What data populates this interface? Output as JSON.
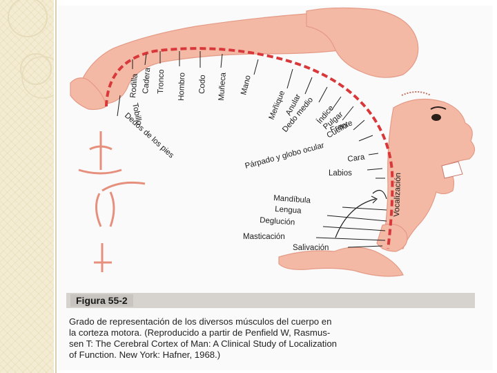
{
  "figure": {
    "number": "Figura 55-2",
    "caption": "Grado de representación de los diversos músculos del cuerpo en\nla corteza motora. (Reproducido a partir de Penfield W, Rasmus-\nsen T: The Cerebral Cortex of Man: A Clinical Study of Localization\nof Function. New York: Hafner, 1968.)"
  },
  "labels": {
    "dedos_pies": "Dedos de los pies",
    "tobillo": "Tobillo",
    "rodilla": "Rodilla",
    "cadera": "Cadera",
    "tronco": "Tronco",
    "hombro": "Hombro",
    "codo": "Codo",
    "muneca": "Muñeca",
    "mano": "Mano",
    "menique": "Meñique",
    "anular": "Anular",
    "dedo_medio": "Dedo medio",
    "indice": "Índice",
    "pulgar": "Pulgar",
    "cuello": "Cuello",
    "frente": "Frente",
    "parpado": "Párpado y globo ocular",
    "cara": "Cara",
    "labios": "Labios",
    "vocalizacion": "Vocalización",
    "mandibula": "Mandíbula",
    "lengua": "Lengua",
    "deglucion": "Deglución",
    "masticacion": "Masticación",
    "salivacion": "Salivación"
  },
  "colors": {
    "figure_fill": "#f3b9a5",
    "cortex_dash": "#d9383b",
    "caption_bar": "#d6d3cf"
  }
}
